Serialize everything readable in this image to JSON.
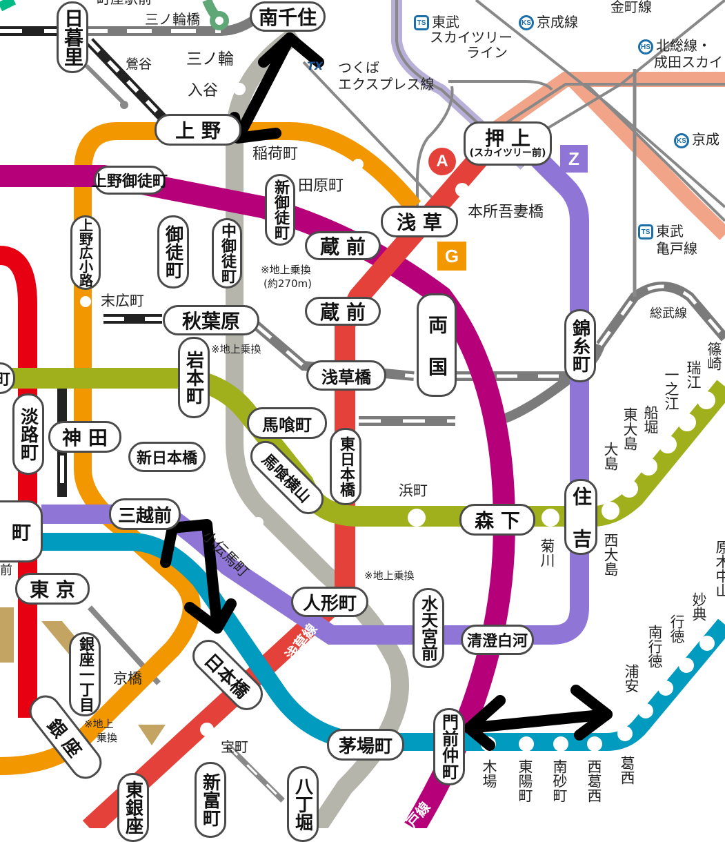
{
  "colors": {
    "ginza": "#f39700",
    "hibiya": "#b5b5ac",
    "chiyoda": "#00bb85",
    "oedo": "#b6007a",
    "asakusa": "#e85298",
    "asakusa_red": "#e5413b",
    "hanzomon": "#8f76d6",
    "shinjuku": "#9fb01c",
    "tozai": "#009bbf",
    "marunouchi": "#e60012",
    "jr": "#7b7b7b",
    "keisei_mix": "#f2a488",
    "skytree": "#b8b0d8",
    "arrow": "#000000"
  },
  "line_badges": {
    "asakusa": "A",
    "hanzomon": "Z",
    "ginza": "G",
    "asakusa_line_name": "浅草線",
    "oedo_line_name": "戸線"
  },
  "railway_labels": {
    "tobu_skytree": {
      "badge": "TS",
      "line1": "東武",
      "line2": "スカイツリー",
      "line3": "ライン"
    },
    "keisei": {
      "badge": "KS",
      "label": "京成線"
    },
    "keisei_right": {
      "badge": "KS",
      "label": "京成"
    },
    "hokuso": {
      "badge": "HS",
      "line1": "北総線・",
      "line2": "成田スカイ"
    },
    "kanamachi": "金町線",
    "tsukuba": {
      "badge": "TX",
      "line1": "つくば",
      "line2": "エクスプレス線"
    },
    "tobu_kameido": {
      "badge": "TS",
      "line1": "東武",
      "line2": "亀戸線"
    },
    "sobu": "総武線",
    "top_cut": "町屋駅前"
  },
  "major_stations": {
    "nippori": "日暮里",
    "minamisenju": "南千住",
    "ueno": "上 野",
    "oshiage": "押 上",
    "oshiage_sub": "(スカイツリー前)",
    "uenookachimachi": "上野御徒町",
    "uenohirokoji": "上野広小路",
    "okachimachi": "御徒町",
    "nakaokachimachi": "中御徒町",
    "shinokachimachi": "新御徒町",
    "kuramae_top": "蔵 前",
    "kuramae_bottom": "蔵 前",
    "asakusa": "浅 草",
    "ryogoku": "両 国",
    "kinshicho": "錦糸町",
    "akihabara": "秋葉原",
    "iwamotocho": "岩本町",
    "asakusabashi": "浅草橋",
    "awajicho": "淡路町",
    "kanda": "神 田",
    "shinnihombashi": "新日本橋",
    "bakurocho": "馬喰町",
    "bakuroyokoyama": "馬喰横山",
    "higashinihombashi": "東日本橋",
    "mitsukoshimae": "三越前",
    "morishita": "森 下",
    "sumiyoshi": "住 吉",
    "tokyo": "東 京",
    "ningyocho": "人形町",
    "suitengumae": "水天宮前",
    "kiyosumishirakawa": "清澄白河",
    "nihombashi": "日本橋",
    "ginzaitchome": "銀座一丁目",
    "ginza": "銀 座",
    "kayabacho": "茅場町",
    "monzennakacho": "門前仲町",
    "higashiginza": "東銀座",
    "shintomicho": "新富町",
    "hatchobori": "八丁堀",
    "left_cut_mid": "町",
    "left_cut_top": "町",
    "left_cut_note": "前"
  },
  "minor_stations": {
    "minowabashi": "三ノ輪橋",
    "uguisudani": "鶯谷",
    "minowa": "三ノ輪",
    "iriya": "入谷",
    "inaricho": "稲荷町",
    "tawaramachi": "田原町",
    "honjoazumabashi": "本所吾妻橋",
    "suehirocho": "末広町",
    "hamacho": "浜町",
    "kikukawa": "菊川",
    "kodemmacho": "小伝馬町",
    "kyobashi": "京橋",
    "takaracho": "宝町",
    "ojima": "大島",
    "higashiojima": "東大島",
    "funabori": "船堀",
    "ichinoe": "一之江",
    "mizue": "瑞江",
    "shinozaki": "篠崎",
    "nishiojima": "西大島",
    "kiba": "木場",
    "toyocho": "東陽町",
    "minamisunamachi": "南砂町",
    "nishikasai": "西葛西",
    "kasai": "葛西",
    "urayasu": "浦安",
    "minamigyotoku": "南行徳",
    "gyotoku": "行徳",
    "myoden": "妙典",
    "right_cut": "原木中山"
  },
  "notes": {
    "kuramae_transfer": "※地上乗換",
    "kuramae_distance": "(約270m)",
    "akihabara_transfer": "※地上乗換",
    "ningyocho_transfer": "※地上乗換",
    "ginza_transfer_1": "※地上",
    "ginza_transfer_2": "乗換"
  },
  "annotations": [
    {
      "type": "double-arrow",
      "from": "南千住",
      "to": "上野"
    },
    {
      "type": "double-arrow",
      "from": "三越前",
      "to": "日本橋"
    },
    {
      "type": "double-arrow",
      "from": "門前仲町",
      "to": "西葛西"
    }
  ]
}
